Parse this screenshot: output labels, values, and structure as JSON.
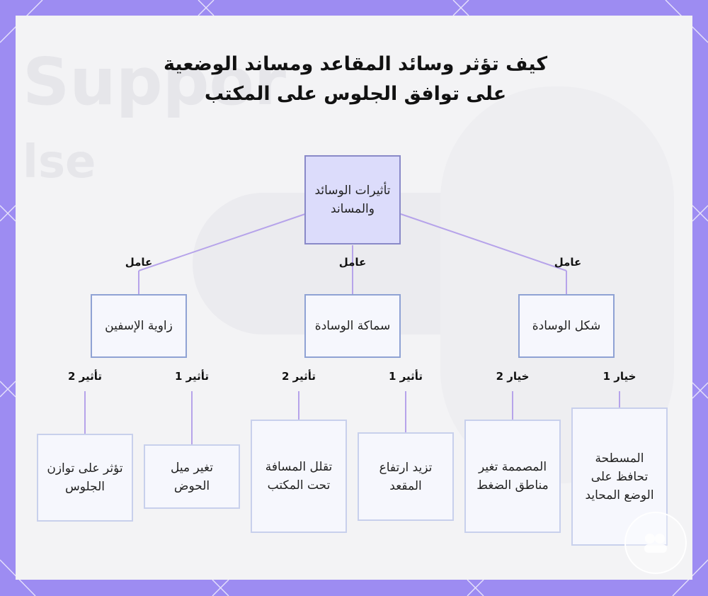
{
  "title": "كيف تؤثر وسائد المقاعد ومساند الوضعية على توافق الجلوس على المكتب",
  "background_text": {
    "line1": "Suppor",
    "line2": "lse"
  },
  "colors": {
    "frame": "#9d8cf2",
    "canvas": "#f3f3f5",
    "root_fill": "#dcdcfb",
    "root_border": "#8989c8",
    "node_fill": "#f6f7fd",
    "node_border": "#8fa2d4",
    "leaf_border": "#c8d0ec",
    "connector": "#b6a3ea"
  },
  "root": {
    "label": "تأثيرات الوسائد والمساند"
  },
  "factors": [
    {
      "label": "زاوية الإسفين",
      "edge_label": "عامل",
      "children": [
        {
          "edge_label": "تأثير 2",
          "label": "تؤثر على توازن الجلوس"
        },
        {
          "edge_label": "تأثير 1",
          "label": "تغير ميل الحوض"
        }
      ]
    },
    {
      "label": "سماكة الوسادة",
      "edge_label": "عامل",
      "children": [
        {
          "edge_label": "تأثير 2",
          "label": "تقلل المسافة تحت المكتب"
        },
        {
          "edge_label": "تأثير 1",
          "label": "تزيد ارتفاع المقعد"
        }
      ]
    },
    {
      "label": "شكل الوسادة",
      "edge_label": "عامل",
      "children": [
        {
          "edge_label": "خيار 2",
          "label": "المصممة تغير مناطق الضغط"
        },
        {
          "edge_label": "خيار 1",
          "label": "المسطحة تحافظ على الوضع المحايد"
        }
      ]
    }
  ]
}
